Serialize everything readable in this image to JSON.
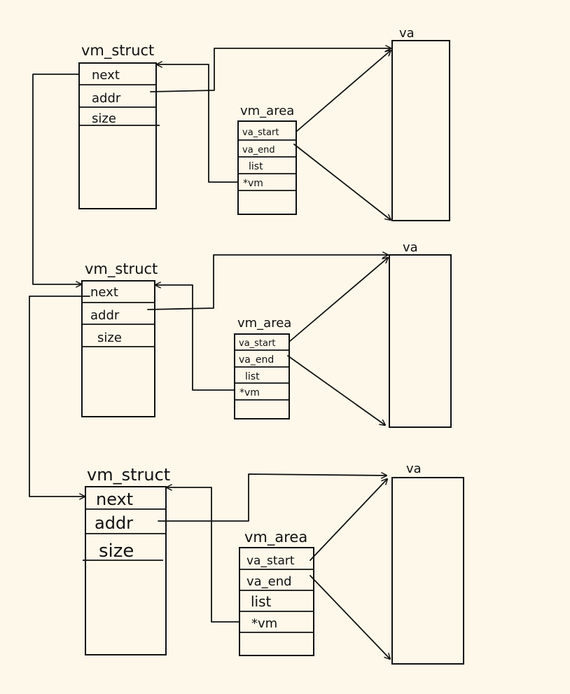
{
  "colors": {
    "background": "#fdf8ea",
    "ink": "#111111"
  },
  "groups": [
    {
      "vm_struct": {
        "title": "vm_struct",
        "fields": [
          "next",
          "addr",
          "size"
        ]
      },
      "vm_area": {
        "title": "vm_area",
        "fields": [
          "va_start",
          "va_end",
          "list",
          "*vm"
        ]
      },
      "va": {
        "title": "va"
      }
    },
    {
      "vm_struct": {
        "title": "vm_struct",
        "fields": [
          "next",
          "addr",
          "size"
        ]
      },
      "vm_area": {
        "title": "vm_area",
        "fields": [
          "va_start",
          "va_end",
          "list",
          "*vm"
        ]
      },
      "va": {
        "title": "va"
      }
    },
    {
      "vm_struct": {
        "title": "vm_struct",
        "fields": [
          "next",
          "addr",
          "size"
        ]
      },
      "vm_area": {
        "title": "vm_area",
        "fields": [
          "va_start",
          "va_end",
          "list",
          "*vm"
        ]
      },
      "va": {
        "title": "va"
      }
    }
  ]
}
